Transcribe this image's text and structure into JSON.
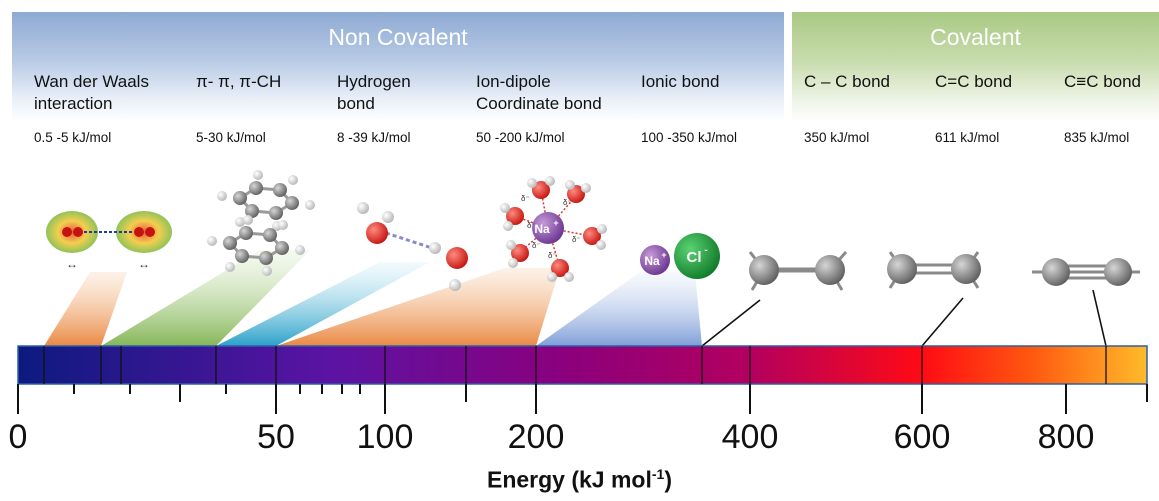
{
  "categories": {
    "non_covalent": {
      "title": "Non Covalent",
      "items": [
        {
          "name_line1": "Wan der Waals",
          "name_line2": "interaction",
          "energy": "0.5 -5 kJ/mol"
        },
        {
          "name_line1": "π- π, π-CH",
          "name_line2": "",
          "energy": "5-30 kJ/mol"
        },
        {
          "name_line1": "Hydrogen",
          "name_line2": "bond",
          "energy": "8 -39 kJ/mol"
        },
        {
          "name_line1": "Ion-dipole",
          "name_line2": "Coordinate bond",
          "energy": "50 -200 kJ/mol"
        },
        {
          "name_line1": "Ionic bond",
          "name_line2": "",
          "energy": "100 -350 kJ/mol"
        }
      ]
    },
    "covalent": {
      "title": "Covalent",
      "items": [
        {
          "name_line1": "C – C bond",
          "energy": "350 kJ/mol"
        },
        {
          "name_line1": "C=C bond",
          "energy": "611 kJ/mol"
        },
        {
          "name_line1": "C≡C bond",
          "energy": "835 kJ/mol"
        }
      ]
    }
  },
  "molecule_labels": {
    "sodium": "Na",
    "sodium_charge": "+",
    "chloride": "Cl",
    "chloride_charge": "-",
    "delta": "δ⁻"
  },
  "axis": {
    "title_prefix": "Energy (kJ mol",
    "title_sup": "-1",
    "title_suffix": ")",
    "tick_labels": [
      "0",
      "50",
      "100",
      "200",
      "400",
      "600",
      "800"
    ]
  },
  "colors": {
    "non_covalent_band": "#8eaad3",
    "covalent_band": "#a9c983",
    "bar_start": "#0d1a80",
    "bar_mid": "#8a007d",
    "bar_red": "#ff0a14",
    "bar_end": "#ffbb2a"
  }
}
